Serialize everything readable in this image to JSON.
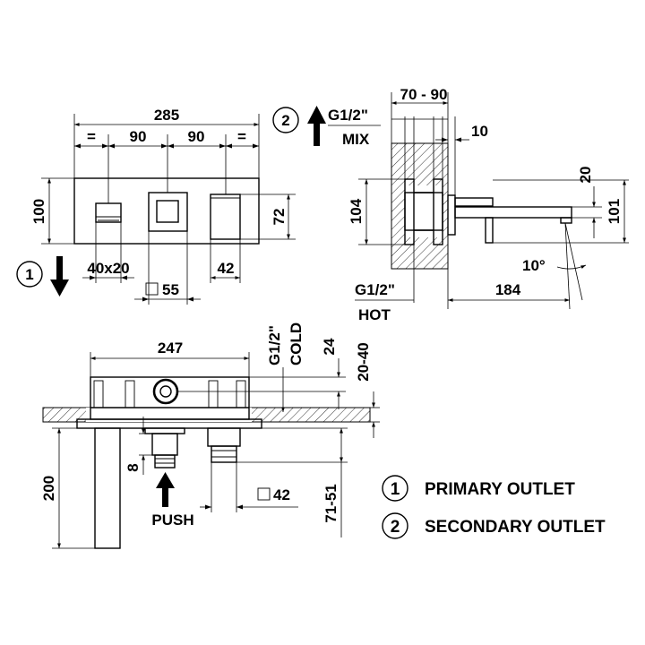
{
  "front_view": {
    "width_total": "285",
    "equal_left": "=",
    "spacing_left": "90",
    "spacing_right": "90",
    "equal_right": "=",
    "height": "100",
    "height_right": "72",
    "outlet_size": "40x20",
    "spout_width": "42",
    "knob_square": "55",
    "outlet_marker": "1"
  },
  "side_view": {
    "outlet_marker": "2",
    "inlet_mix": "G1/2\"",
    "mix_label": "MIX",
    "wall_depth": "70 - 90",
    "offset_10": "10",
    "dim_20": "20",
    "dim_104": "104",
    "dim_101": "101",
    "angle": "10°",
    "inlet_hot": "G1/2\"",
    "hot_label": "HOT",
    "spout_length": "184"
  },
  "plan_view": {
    "width": "247",
    "inlet_cold": "G1/2\"",
    "cold_label": "COLD",
    "dim_24": "24",
    "dim_20_40": "20-40",
    "dim_200": "200",
    "dim_8": "8",
    "push_label": "PUSH",
    "spout_square": "42",
    "dim_71_51": "71-51"
  },
  "legend": [
    {
      "marker": "1",
      "label": "PRIMARY OUTLET"
    },
    {
      "marker": "2",
      "label": "SECONDARY OUTLET"
    }
  ]
}
